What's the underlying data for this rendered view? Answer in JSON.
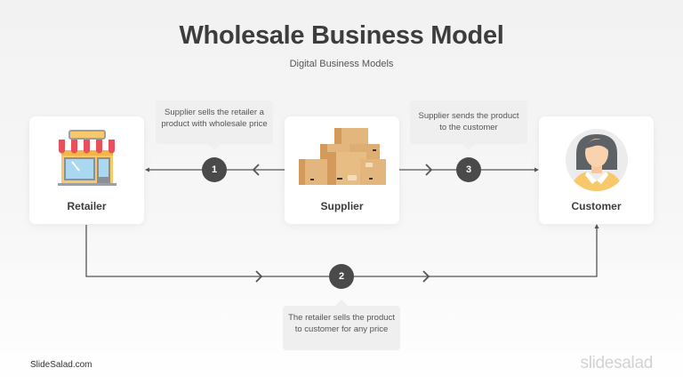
{
  "header": {
    "title": "Wholesale Business Model",
    "subtitle": "Digital Business Models"
  },
  "nodes": {
    "retailer": {
      "label": "Retailer",
      "icon": "store-icon"
    },
    "supplier": {
      "label": "Supplier",
      "icon": "boxes-icon"
    },
    "customer": {
      "label": "Customer",
      "icon": "woman-avatar-icon"
    }
  },
  "steps": [
    {
      "number": "1",
      "text": "Supplier sells the retailer a product with wholesale price",
      "from": "Supplier",
      "to": "Retailer"
    },
    {
      "number": "2",
      "text": "The retailer sells the product to customer for any price",
      "from": "Retailer",
      "to": "Customer"
    },
    {
      "number": "3",
      "text": "Supplier sends the product to the customer",
      "from": "Supplier",
      "to": "Customer"
    }
  ],
  "colors": {
    "badge": "#4a4a4a",
    "line": "#555555",
    "callout_bg": "#efefef",
    "card_bg": "#ffffff"
  },
  "footer": {
    "left": "SlideSalad.com",
    "right": "slidesalad"
  }
}
